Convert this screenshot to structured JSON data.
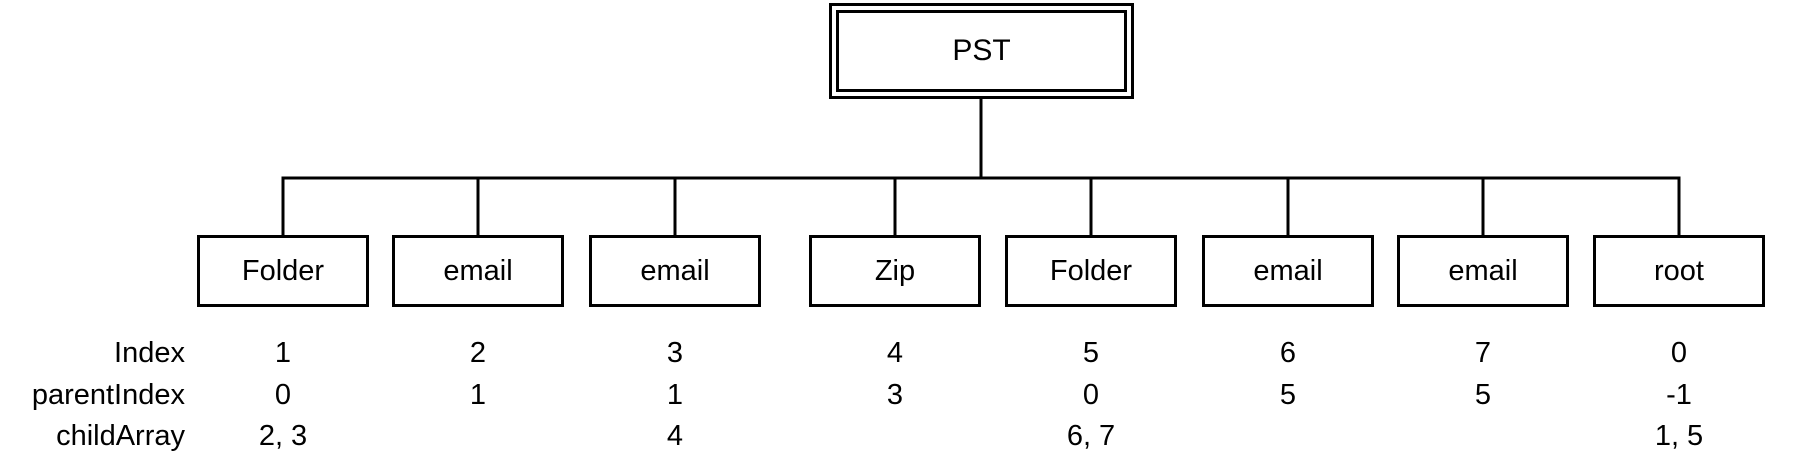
{
  "diagram": {
    "root_label": "PST",
    "nodes": [
      {
        "label": "Folder",
        "index": "1",
        "parent_index": "0",
        "child_array": "2, 3"
      },
      {
        "label": "email",
        "index": "2",
        "parent_index": "1",
        "child_array": ""
      },
      {
        "label": "email",
        "index": "3",
        "parent_index": "1",
        "child_array": "4"
      },
      {
        "label": "Zip",
        "index": "4",
        "parent_index": "3",
        "child_array": ""
      },
      {
        "label": "Folder",
        "index": "5",
        "parent_index": "0",
        "child_array": "6, 7"
      },
      {
        "label": "email",
        "index": "6",
        "parent_index": "5",
        "child_array": ""
      },
      {
        "label": "email",
        "index": "7",
        "parent_index": "5",
        "child_array": ""
      },
      {
        "label": "root",
        "index": "0",
        "parent_index": "-1",
        "child_array": "1, 5"
      }
    ],
    "rows": {
      "index_label": "Index",
      "parent_index_label": "parentIndex",
      "child_array_label": "childArray"
    },
    "colors": {
      "line": "#000000",
      "text": "#000000",
      "background": "#ffffff"
    }
  }
}
